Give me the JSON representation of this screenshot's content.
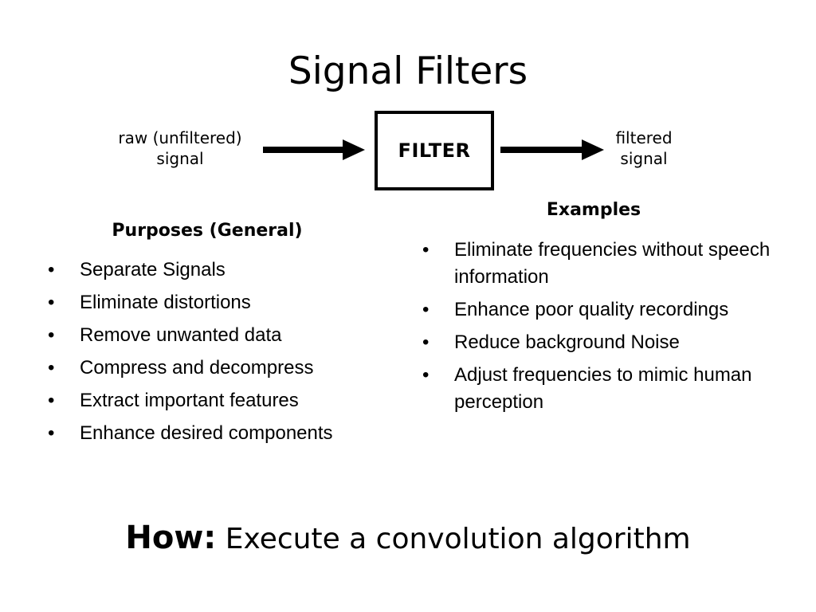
{
  "title": "Signal Filters",
  "diagram": {
    "input_label_line1": "raw (unfiltered)",
    "input_label_line2": "signal",
    "box_label": "FILTER",
    "output_label_line1": "filtered",
    "output_label_line2": "signal",
    "icons": [
      "arrow-right-icon",
      "arrow-right-icon"
    ]
  },
  "purposes": {
    "heading": "Purposes (General)",
    "bullet": "•",
    "items": [
      "Separate Signals",
      "Eliminate distortions",
      "Remove unwanted data",
      "Compress and decompress",
      "Extract important features",
      "Enhance desired components"
    ]
  },
  "examples": {
    "heading": "Examples",
    "bullet": "•",
    "items": [
      "Eliminate frequencies without speech information",
      "Enhance poor quality recordings",
      "Reduce background Noise",
      "Adjust frequencies to mimic human perception"
    ]
  },
  "how": {
    "label": "How:",
    "text": "Execute a convolution algorithm"
  },
  "colors": {
    "background": "#ffffff",
    "text": "#000000"
  }
}
